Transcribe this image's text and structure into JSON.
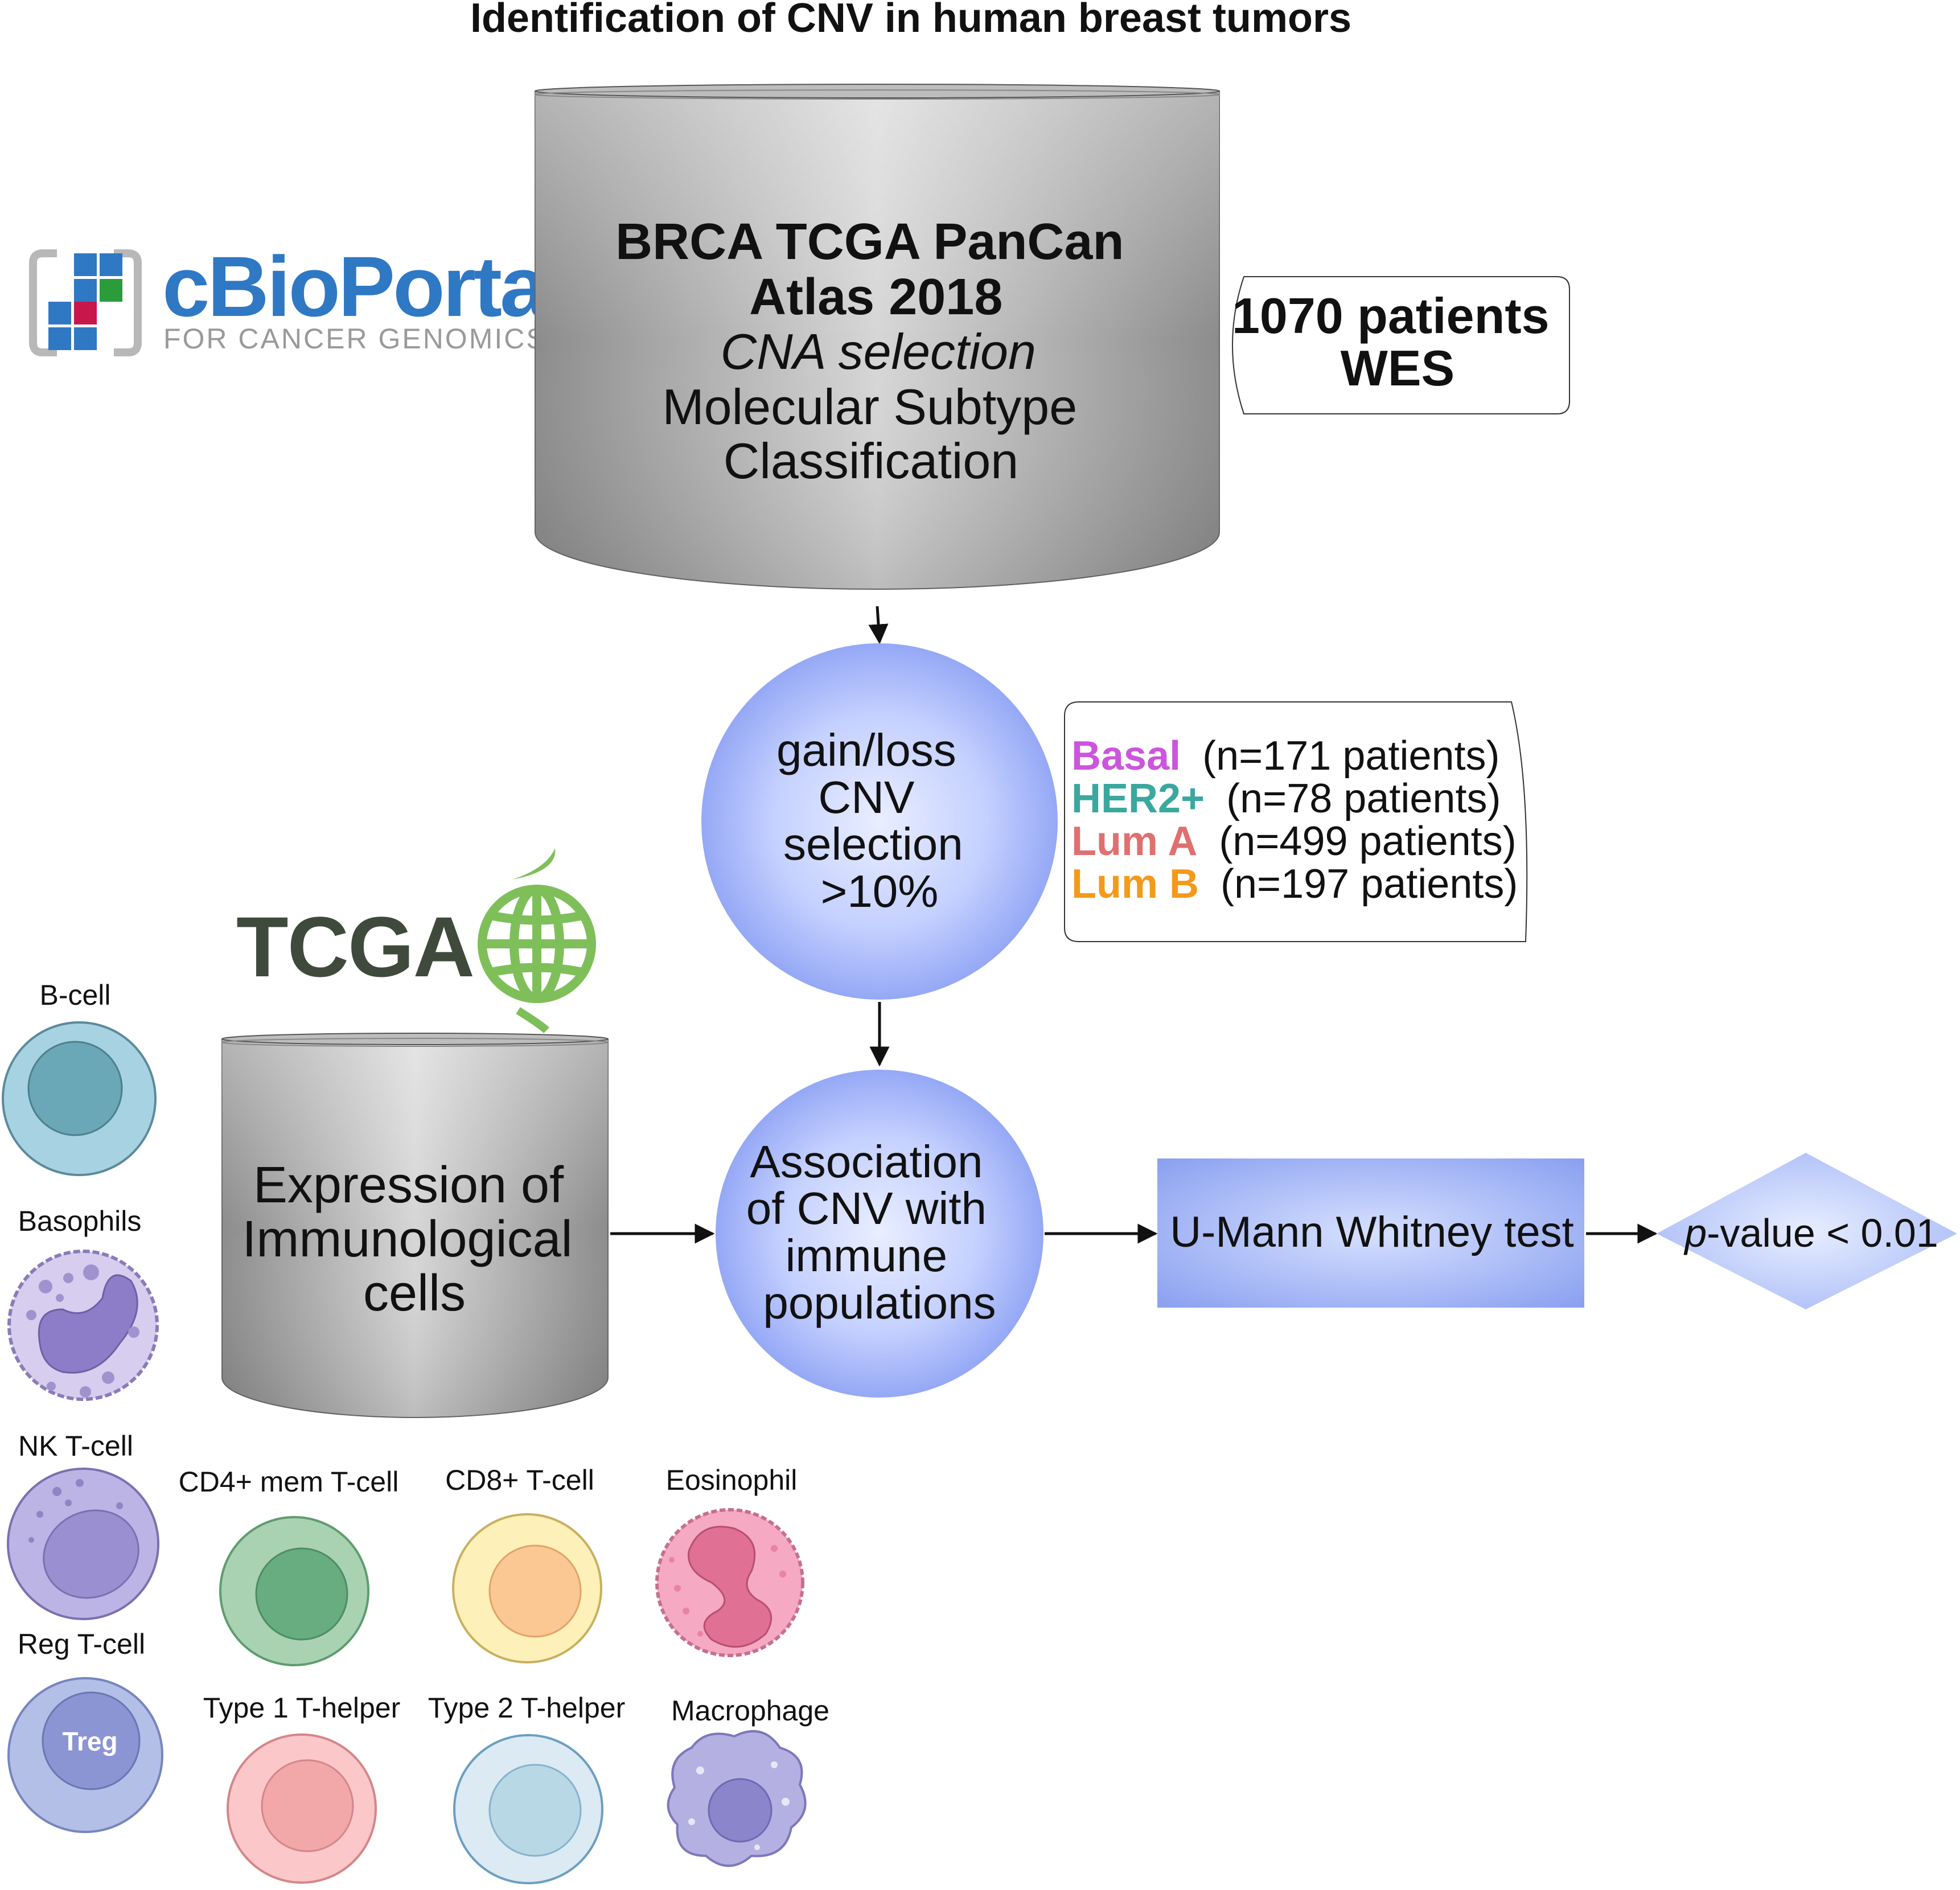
{
  "title": "Identification of CNV in human breast tumors",
  "logos": {
    "cbioportal": {
      "name": "cBioPortal",
      "tagline": "FOR CANCER GENOMICS"
    },
    "tcga": {
      "name": "TCGA"
    }
  },
  "database_main": {
    "line1": "BRCA TCGA PanCan",
    "line2": "Atlas 2018",
    "line3": "CNA selection",
    "line4": "Molecular Subtype",
    "line5": "Classification"
  },
  "patients_box": {
    "line1": "1070 patients",
    "line2": "WES"
  },
  "cnv_circle": {
    "line1": "gain/loss",
    "line2": "CNV",
    "line3": "selection",
    "line4": ">10%"
  },
  "subtypes": [
    {
      "name": "Basal",
      "count": "(n=171 patients)",
      "color": "#cc55dd"
    },
    {
      "name": "HER2+",
      "count": "(n=78 patients)",
      "color": "#3aa89e"
    },
    {
      "name": "Lum A",
      "count": "(n=499 patients)",
      "color": "#e07070"
    },
    {
      "name": "Lum B",
      "count": "(n=197 patients)",
      "color": "#f39a1a"
    }
  ],
  "database_immune": {
    "line1": "Expression of",
    "line2": "Immunological",
    "line3": "cells"
  },
  "association_circle": {
    "line1": "Association",
    "line2": "of CNV with",
    "line3": "immune",
    "line4": "populations"
  },
  "test_box": {
    "label": "U-Mann Whitney test"
  },
  "pvalue_diamond": {
    "italic": "p",
    "rest": "-value < 0.01"
  },
  "cells": {
    "b_cell": "B-cell",
    "basophils": "Basophils",
    "nk_t_cell": "NK T-cell",
    "reg_t_cell": "Reg T-cell",
    "treg_label": "Treg",
    "cd4": "CD4+ mem T-cell",
    "cd8": "CD8+ T-cell",
    "eosinophil": "Eosinophil",
    "th1": "Type 1 T-helper",
    "th2": "Type 2 T-helper",
    "macrophage": "Macrophage"
  }
}
